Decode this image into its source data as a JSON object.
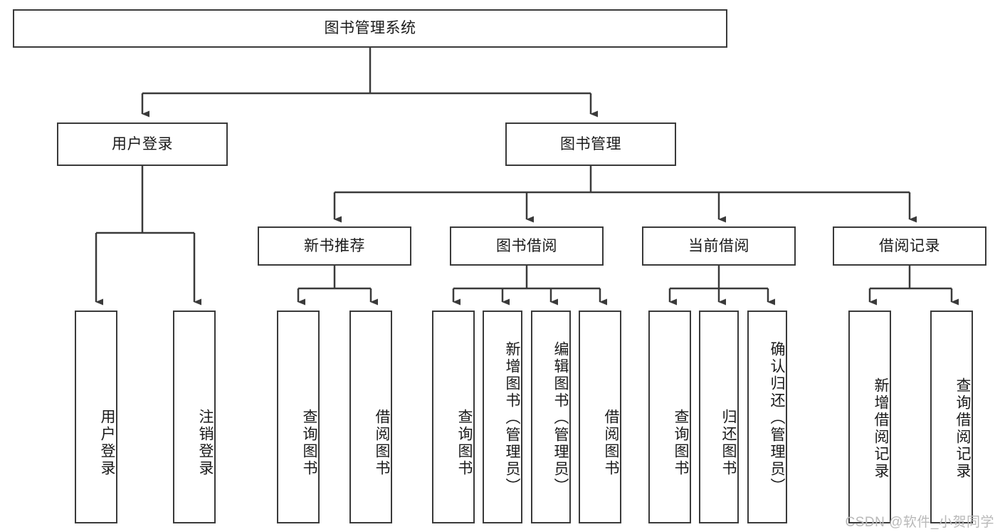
{
  "diagram": {
    "type": "tree",
    "title": "图书管理系统",
    "watermark": "CSDN @软件_小贺同学",
    "colors": {
      "stroke": "#3a3a3a",
      "fill": "#ffffff",
      "text": "#1a1a1a",
      "watermark": "#b9b9b9"
    },
    "nodes": {
      "root": {
        "label": "图书管理系统"
      },
      "level2": [
        {
          "id": "user-login",
          "label": "用户登录"
        },
        {
          "id": "book-manage",
          "label": "图书管理"
        }
      ],
      "level3": [
        {
          "id": "new-book-recommend",
          "label": "新书推荐"
        },
        {
          "id": "book-borrow",
          "label": "图书借阅"
        },
        {
          "id": "current-borrow",
          "label": "当前借阅"
        },
        {
          "id": "borrow-record",
          "label": "借阅记录"
        }
      ],
      "leaves": [
        {
          "id": "leaf-user-login",
          "label": "用户登录",
          "parent": "user-login"
        },
        {
          "id": "leaf-user-logout",
          "label": "注销登录",
          "parent": "user-login"
        },
        {
          "id": "leaf-query-book-1",
          "label": "查询图书",
          "parent": "new-book-recommend"
        },
        {
          "id": "leaf-borrow-book-1",
          "label": "借阅图书",
          "parent": "new-book-recommend"
        },
        {
          "id": "leaf-query-book-2",
          "label": "查询图书",
          "parent": "book-borrow"
        },
        {
          "id": "leaf-add-book",
          "label": "新增图书（管理员）",
          "parent": "book-borrow"
        },
        {
          "id": "leaf-edit-book",
          "label": "编辑图书（管理员）",
          "parent": "book-borrow"
        },
        {
          "id": "leaf-borrow-book-2",
          "label": "借阅图书",
          "parent": "book-borrow"
        },
        {
          "id": "leaf-query-book-3",
          "label": "查询图书",
          "parent": "current-borrow"
        },
        {
          "id": "leaf-return-book",
          "label": "归还图书",
          "parent": "current-borrow"
        },
        {
          "id": "leaf-confirm-return",
          "label": "确认归还（管理员）",
          "parent": "current-borrow"
        },
        {
          "id": "leaf-add-record",
          "label": "新增借阅记录",
          "parent": "borrow-record"
        },
        {
          "id": "leaf-query-record",
          "label": "查询借阅记录",
          "parent": "borrow-record"
        }
      ]
    }
  }
}
